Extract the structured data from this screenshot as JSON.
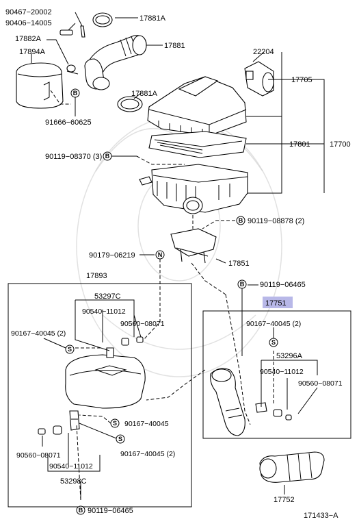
{
  "labels": {
    "p90467": "90467−20002",
    "p90406": "90406−14005",
    "p17881A_top": "17881A",
    "p17881": "17881",
    "p17882A": "17882A",
    "p17894A": "17894A",
    "p22204": "22204",
    "p17705": "17705",
    "p17881A_mid": "17881A",
    "p91666": "91666−60625",
    "p17801": "17801",
    "p17700": "17700",
    "p90119_08370": "90119−08370 (3)",
    "p90119_08878": "90119−08878 (2)",
    "p90179": "90179−06219",
    "p17851": "17851",
    "p17893": "17893",
    "p90119_06465_a": "90119−06465",
    "p53297C": "53297C",
    "p17751": "17751",
    "p90540_a": "90540−11012",
    "p90560_a": "90560−08071",
    "p90167_a": "90167−40045 (2)",
    "p90167_b": "90167−40045 (2)",
    "p53296A": "53296A",
    "p90540_b": "90540−11012",
    "p90560_b": "90560−08071",
    "p90167_c": "90167−40045",
    "p90560_c": "90560−08071",
    "p90167_d": "90167−40045 (2)",
    "p90540_c": "90540−11012",
    "p53298C": "53298C",
    "p17752": "17752",
    "p90119_06465_b": "90119−06465",
    "diagram_id": "171433−A"
  },
  "symbols": {
    "B": "B",
    "N": "N",
    "S": "S"
  },
  "highlight_color": "#b8b8e8"
}
